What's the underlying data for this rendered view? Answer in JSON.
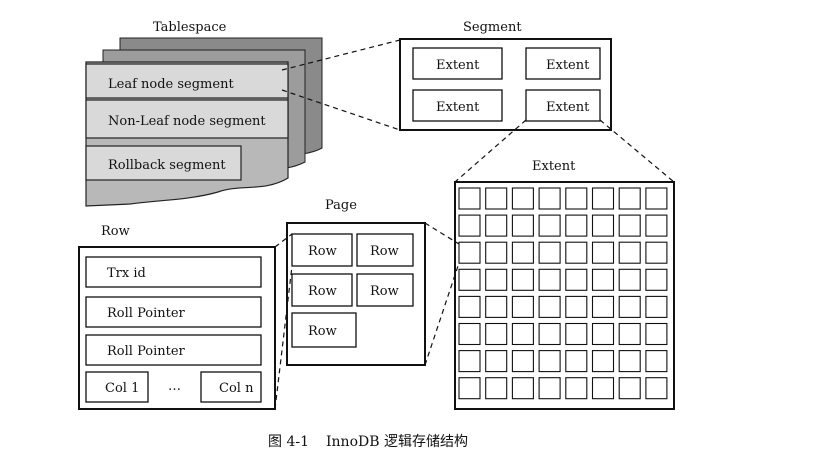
{
  "tablespace": {
    "title": "Tablespace",
    "segments": [
      "Leaf node segment",
      "Non-Leaf node segment",
      "Rollback segment"
    ]
  },
  "segment": {
    "title": "Segment",
    "extents": [
      "Extent",
      "Extent",
      "Extent",
      "Extent"
    ]
  },
  "extent": {
    "title": "Extent",
    "grid_rows": 8,
    "grid_cols": 8
  },
  "page": {
    "title": "Page",
    "rows": [
      "Row",
      "Row",
      "Row",
      "Row",
      "Row"
    ]
  },
  "row": {
    "title": "Row",
    "fields": [
      "Trx id",
      "Roll Pointer",
      "Roll Pointer"
    ],
    "col_first": "Col 1",
    "ellipsis": "…",
    "col_last": "Col n"
  },
  "caption": {
    "figure_number": "图 4-1",
    "text": "InnoDB 逻辑存储结构"
  }
}
